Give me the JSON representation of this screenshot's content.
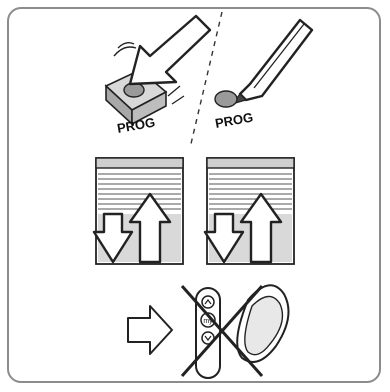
{
  "instruction": {
    "step1": {
      "left_button_label": "PROG",
      "right_button_label": "PROG",
      "left_icon": "finger-pressing-prog-button",
      "right_icon": "pen-pressing-prog-hole"
    },
    "step2": {
      "left_icon": "roller-shutter-up-down",
      "right_icon": "roller-shutter-up-down"
    },
    "step3": {
      "arrow_icon": "right-arrow-icon",
      "remote_icon": "remote-control-crossed-icon",
      "remote_my_label": "my"
    }
  },
  "colors": {
    "frame": "#8c8c8c",
    "line": "#222222",
    "shutter_fill": "#cfcfcf",
    "button_fill": "#b8b8b8"
  }
}
